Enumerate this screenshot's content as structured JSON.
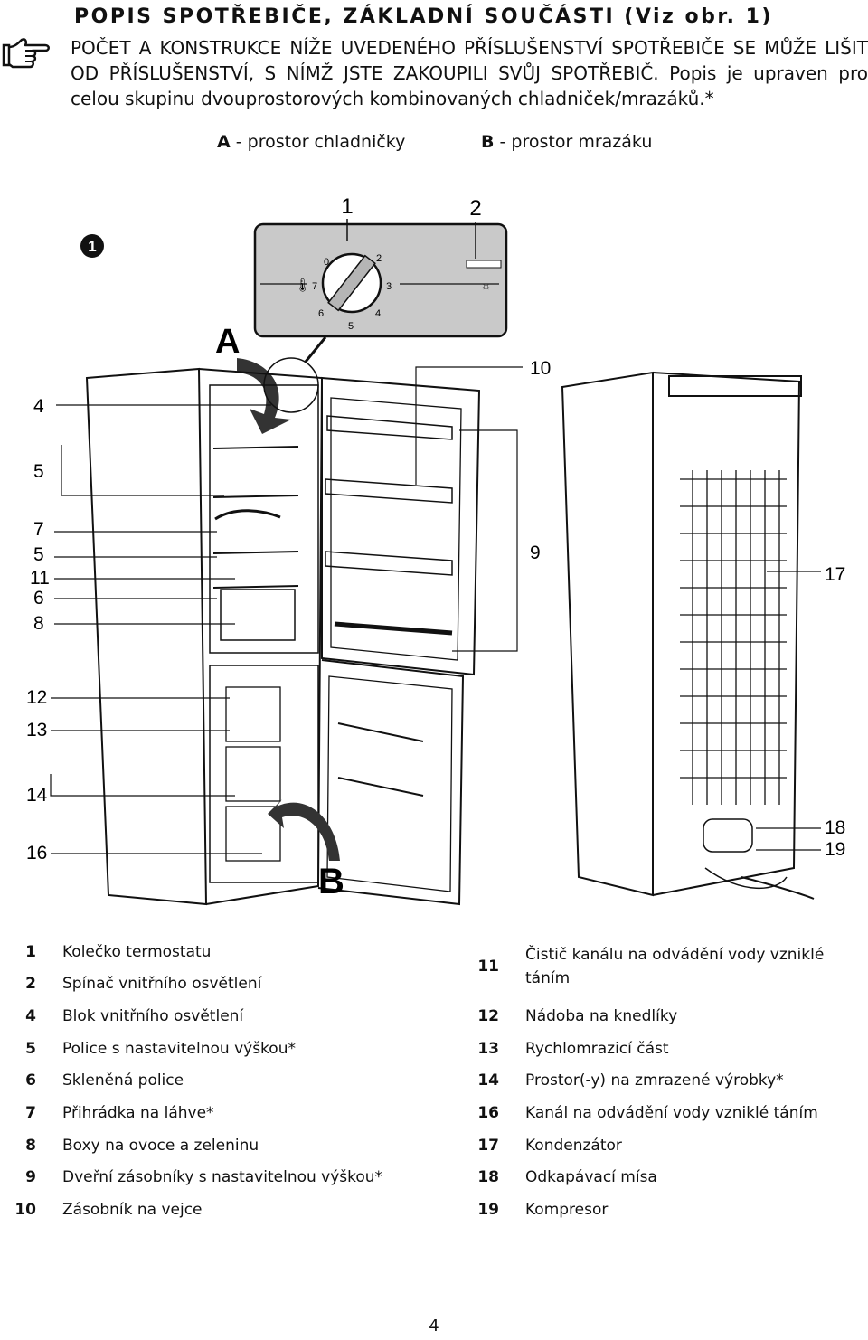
{
  "header": {
    "title": "POPIS SPOTŘEBIČE, ZÁKLADNÍ SOUČÁSTI (Viz obr. 1)",
    "intro": "POČET A KONSTRUKCE NÍŽE UVEDENÉHO PŘÍSLUŠENSTVÍ SPOTŘEBIČE SE MŮŽE LIŠIT OD PŘÍSLUŠENSTVÍ, S NÍMŽ JSTE ZAKOUPILI SVŮJ SPOTŘEBIČ. Popis je upraven pro celou skupinu dvouprostorových kombinovaných chladniček/mrazáků.*"
  },
  "compartments": {
    "a_letter": "A",
    "a_text": " - prostor chladničky",
    "b_letter": "B",
    "b_text": " - prostor mrazáku"
  },
  "figure": {
    "number": "1",
    "panel_callouts": [
      "1",
      "2"
    ],
    "dial_marks": [
      "0",
      "2",
      "7",
      "3",
      "6",
      "4",
      "5"
    ],
    "big_letters": [
      "A",
      "B"
    ],
    "left_callouts": [
      "4",
      "5",
      "7",
      "5",
      "11",
      "6",
      "8",
      "12",
      "13",
      "14",
      "16"
    ],
    "middle_callouts": [
      "10",
      "9"
    ],
    "right_callouts": [
      "17",
      "18",
      "19"
    ]
  },
  "parts_left": [
    {
      "num": "1",
      "label": "Kolečko termostatu"
    },
    {
      "num": "2",
      "label": "Spínač vnitřního osvětlení"
    },
    {
      "num": "4",
      "label": "Blok vnitřního osvětlení"
    },
    {
      "num": "5",
      "label": "Police s nastavitelnou výškou*"
    },
    {
      "num": "6",
      "label": "Skleněná police"
    },
    {
      "num": "7",
      "label": "Přihrádka na láhve*"
    },
    {
      "num": "8",
      "label": "Boxy na ovoce a zeleninu"
    },
    {
      "num": "9",
      "label": "Dveřní zásobníky s nastavitelnou výškou*"
    },
    {
      "num": "10",
      "label": "Zásobník na vejce"
    }
  ],
  "parts_right": [
    {
      "num": "11",
      "label": "Čistič kanálu na odvádění vody vzniklé",
      "label2": "táním"
    },
    {
      "num": "12",
      "label": "Nádoba na knedlíky"
    },
    {
      "num": "13",
      "label": "Rychlomrazicí část"
    },
    {
      "num": "14",
      "label": "Prostor(-y) na zmrazené výrobky*"
    },
    {
      "num": "16",
      "label": "Kanál na odvádění vody vzniklé táním"
    },
    {
      "num": "17",
      "label": "Kondenzátor"
    },
    {
      "num": "18",
      "label": "Odkapávací mísa"
    },
    {
      "num": "19",
      "label": "Kompresor"
    }
  ],
  "footer": {
    "page_number": "4"
  }
}
